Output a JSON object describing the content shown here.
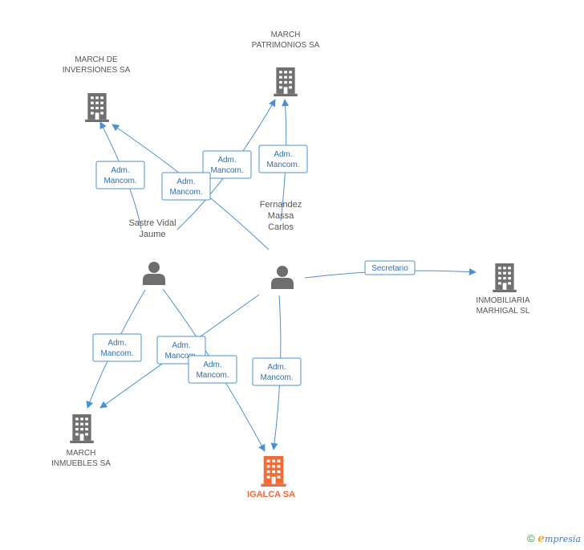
{
  "colors": {
    "edge": "#4a90d9",
    "label_border": "#4a90d9",
    "label_text": "#2f6fb3",
    "company_icon": "#707070",
    "person_icon": "#6e6e6e",
    "node_text": "#555555",
    "focus_company": "#f26a35"
  },
  "nodes": [
    {
      "id": "march-inversiones",
      "kind": "company",
      "lines": [
        "MARCH DE",
        "INVERSIONES SA"
      ],
      "icon": "building-icon"
    },
    {
      "id": "march-patrimonios",
      "kind": "company",
      "lines": [
        "MARCH",
        "PATRIMONIOS SA"
      ],
      "icon": "building-icon"
    },
    {
      "id": "sastre-vidal",
      "kind": "person",
      "lines": [
        "Sastre Vidal",
        "Jaume"
      ],
      "icon": "person-icon"
    },
    {
      "id": "fernandez-massa",
      "kind": "person",
      "lines": [
        "Fernandez",
        "Massa",
        "Carlos"
      ],
      "icon": "person-icon"
    },
    {
      "id": "inmobiliaria-marhigal",
      "kind": "company",
      "lines": [
        "INMOBILIARIA",
        "MARHIGAL SL"
      ],
      "icon": "building-icon"
    },
    {
      "id": "march-inmuebles",
      "kind": "company",
      "lines": [
        "MARCH",
        "INMUEBLES SA"
      ],
      "icon": "building-icon"
    },
    {
      "id": "igalca",
      "kind": "focus",
      "lines": [
        "IGALCA SA"
      ],
      "icon": "building-icon"
    }
  ],
  "edges": [
    {
      "id": "e1",
      "from": "sastre-vidal",
      "to": "march-inversiones",
      "label": [
        "Adm.",
        "Mancom."
      ]
    },
    {
      "id": "e2",
      "from": "sastre-vidal",
      "to": "march-patrimonios",
      "label": [
        "Adm.",
        "Mancom."
      ]
    },
    {
      "id": "e3",
      "from": "fernandez-massa",
      "to": "march-inversiones",
      "label": [
        "Adm.",
        "Mancom."
      ]
    },
    {
      "id": "e4",
      "from": "fernandez-massa",
      "to": "march-patrimonios",
      "label": [
        "Adm.",
        "Mancom."
      ]
    },
    {
      "id": "e5",
      "from": "fernandez-massa",
      "to": "inmobiliaria-marhigal",
      "label": [
        "Secretario"
      ]
    },
    {
      "id": "e6",
      "from": "sastre-vidal",
      "to": "march-inmuebles",
      "label": [
        "Adm.",
        "Mancom."
      ]
    },
    {
      "id": "e7",
      "from": "fernandez-massa",
      "to": "march-inmuebles",
      "label": [
        "Adm.",
        "Mancom."
      ]
    },
    {
      "id": "e8",
      "from": "sastre-vidal",
      "to": "igalca",
      "label": [
        "Adm.",
        "Mancom."
      ]
    },
    {
      "id": "e9",
      "from": "fernandez-massa",
      "to": "igalca",
      "label": [
        "Adm.",
        "Mancom."
      ]
    }
  ],
  "footer": {
    "copyright_symbol": "©",
    "brand_initial": "e",
    "brand_rest": "mpresia"
  }
}
